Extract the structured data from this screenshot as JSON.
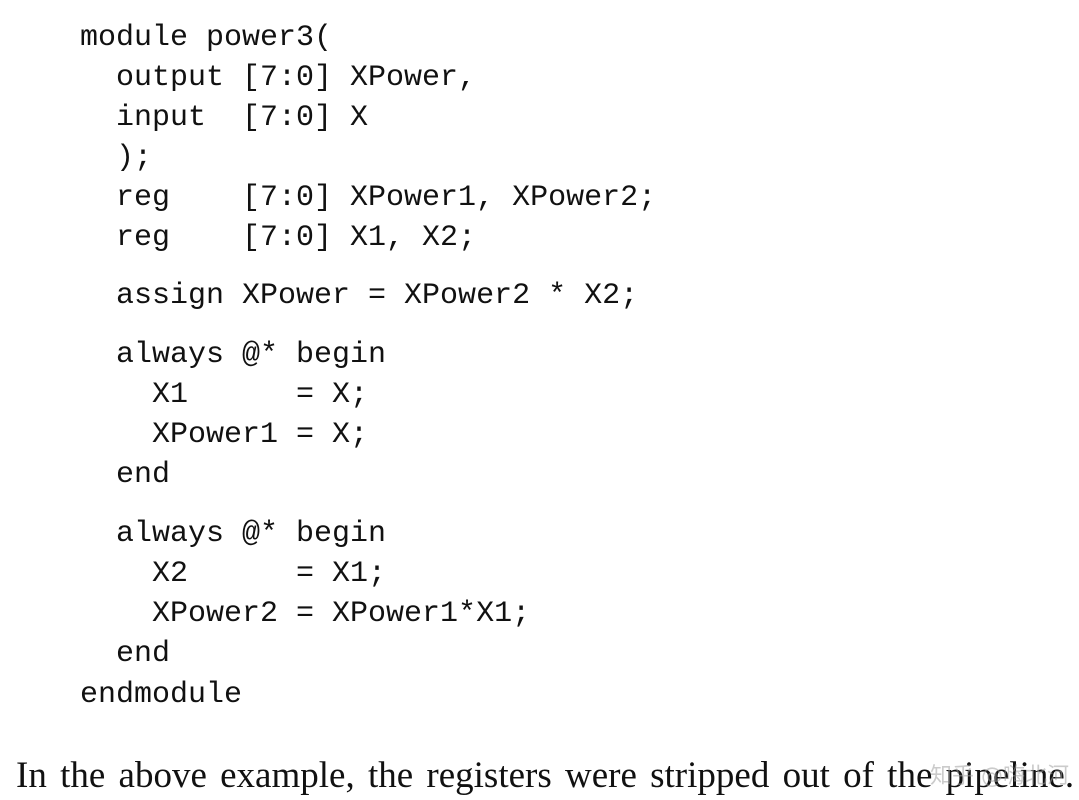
{
  "code": {
    "lines": [
      "module power3(",
      "  output [7:0] XPower,",
      "  input  [7:0] X",
      "  );",
      "  reg    [7:0] XPower1, XPower2;",
      "  reg    [7:0] X1, X2;",
      "  assign XPower = XPower2 * X2;",
      "  always @* begin",
      "    X1      = X;",
      "    XPower1 = X;",
      "  end",
      "  always @* begin",
      "    X2      = X1;",
      "    XPower2 = XPower1*X1;",
      "  end",
      "endmodule"
    ]
  },
  "prose": {
    "text": "In the above example, the registers were stripped out of the pipeline."
  },
  "watermark": {
    "text": "知乎 @嗨北河"
  }
}
